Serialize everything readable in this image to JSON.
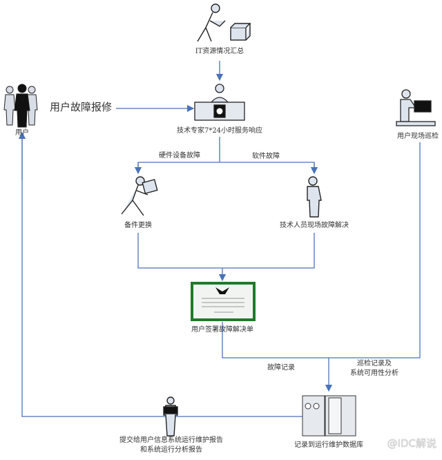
{
  "nodes": {
    "it_summary": "IT资源情况汇总",
    "user": "用户",
    "user_report": "用户故障报修",
    "expert": "技术专家7*24小时服务响应",
    "hardware_fault": "硬件设备故障",
    "software_fault": "软件故障",
    "spare_replace": "备件更换",
    "onsite_fix": "技术人员现场故障解决",
    "user_sign": "用户签署故障解决单",
    "onsite_inspect": "用户现场巡检",
    "fault_record": "故障记录",
    "inspect_record_1": "巡检记录及",
    "inspect_record_2": "系统可用性分析",
    "database": "记录到运行维护数据库",
    "report_1": "提交给用户信息系统运行维护报告",
    "report_2": "和系统运行分析报告"
  },
  "watermark": "@IDC解说",
  "colors": {
    "line": "#4a72b8",
    "cert_border": "#1f7a2a"
  }
}
